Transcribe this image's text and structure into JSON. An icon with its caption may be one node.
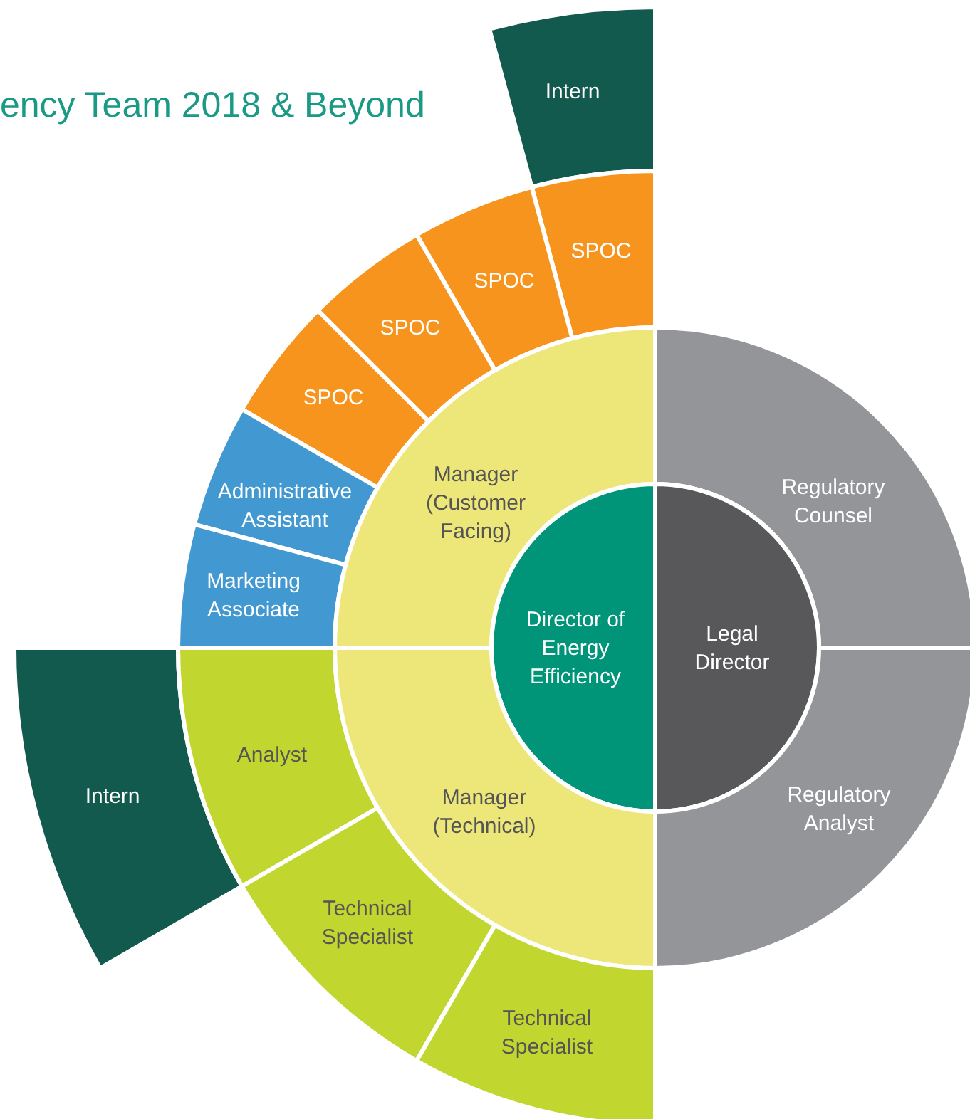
{
  "diagram": {
    "title": "ency Team 2018 & Beyond",
    "nodes": [
      {
        "text": [
          "Intern"
        ]
      },
      {
        "text": [
          "SPOC"
        ]
      },
      {
        "text": [
          "SPOC"
        ]
      },
      {
        "text": [
          "SPOC"
        ]
      },
      {
        "text": [
          "SPOC"
        ]
      },
      {
        "text": [
          "Administrative Assistant"
        ]
      },
      {
        "text": [
          "Marketing Associate"
        ]
      },
      {
        "text": [
          "Manager (Customer Facing)"
        ]
      },
      {
        "text": [
          "Regulatory Counsel"
        ]
      },
      {
        "text": [
          "Director of Energy Efficiency"
        ]
      },
      {
        "text": [
          "Legal Director"
        ]
      },
      {
        "text": [
          "Intern"
        ]
      },
      {
        "text": [
          "Analyst"
        ]
      },
      {
        "text": [
          "Manager (Technical)"
        ]
      },
      {
        "text": [
          "Regulatory Analyst"
        ]
      },
      {
        "text": [
          "Technical Specialist"
        ]
      },
      {
        "text": [
          "Technical Specialist"
        ]
      }
    ]
  }
}
